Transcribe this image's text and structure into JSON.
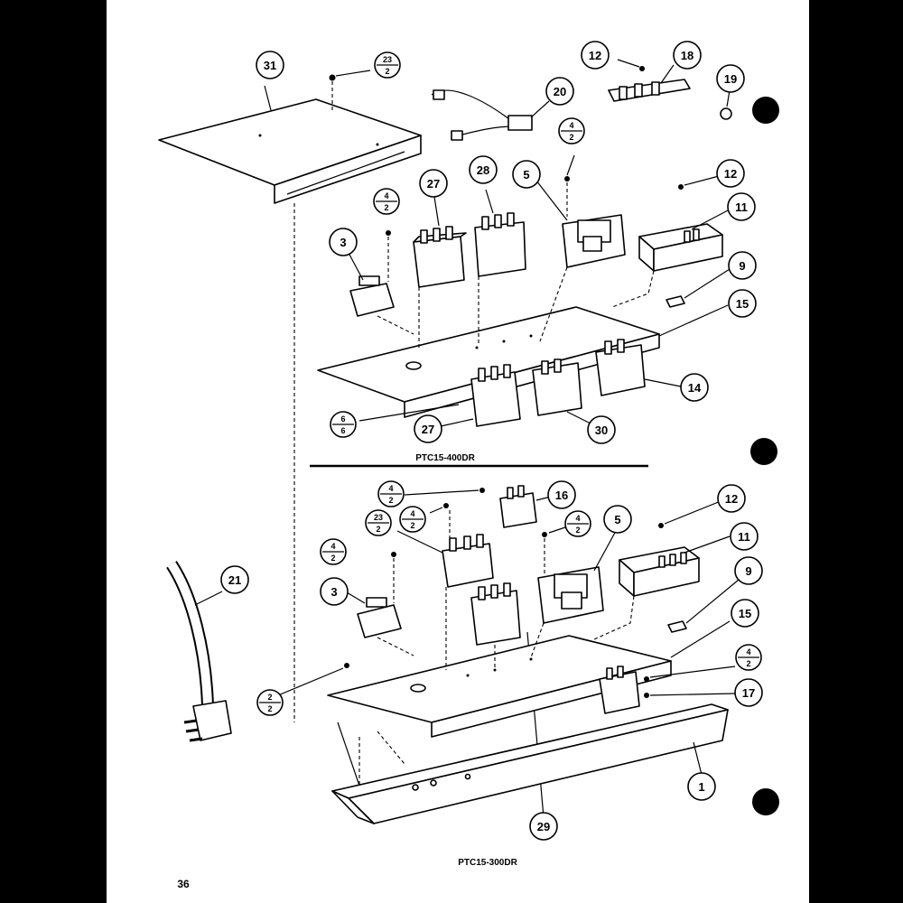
{
  "page_number": "36",
  "captions": {
    "top": "PTC15-400DR",
    "bottom": "PTC15-300DR"
  },
  "callouts": {
    "c31": "31",
    "c20": "20",
    "c12a": "12",
    "c18": "18",
    "c19": "19",
    "c27a": "27",
    "c28": "28",
    "c5a": "5",
    "c12b": "12",
    "c11a": "11",
    "c3a": "3",
    "c9a": "9",
    "c15a": "15",
    "c14": "14",
    "c27b": "27",
    "c30": "30",
    "c16": "16",
    "c5b": "5",
    "c12c": "12",
    "c11b": "11",
    "c21": "21",
    "c3b": "3",
    "c9b": "9",
    "c15b": "15",
    "c17": "17",
    "c1": "1",
    "c29": "29"
  },
  "fractions": {
    "f1": {
      "num": "23",
      "den": "2"
    },
    "f2": {
      "num": "4",
      "den": "2"
    },
    "f3": {
      "num": "4",
      "den": "2"
    },
    "f4": {
      "num": "6",
      "den": "6"
    },
    "f5": {
      "num": "4",
      "den": "2"
    },
    "f6": {
      "num": "4",
      "den": "2"
    },
    "f7": {
      "num": "23",
      "den": "2"
    },
    "f8": {
      "num": "4",
      "den": "2"
    },
    "f9": {
      "num": "4",
      "den": "2"
    },
    "f10": {
      "num": "4",
      "den": "2"
    },
    "f11": {
      "num": "2",
      "den": "2"
    }
  }
}
